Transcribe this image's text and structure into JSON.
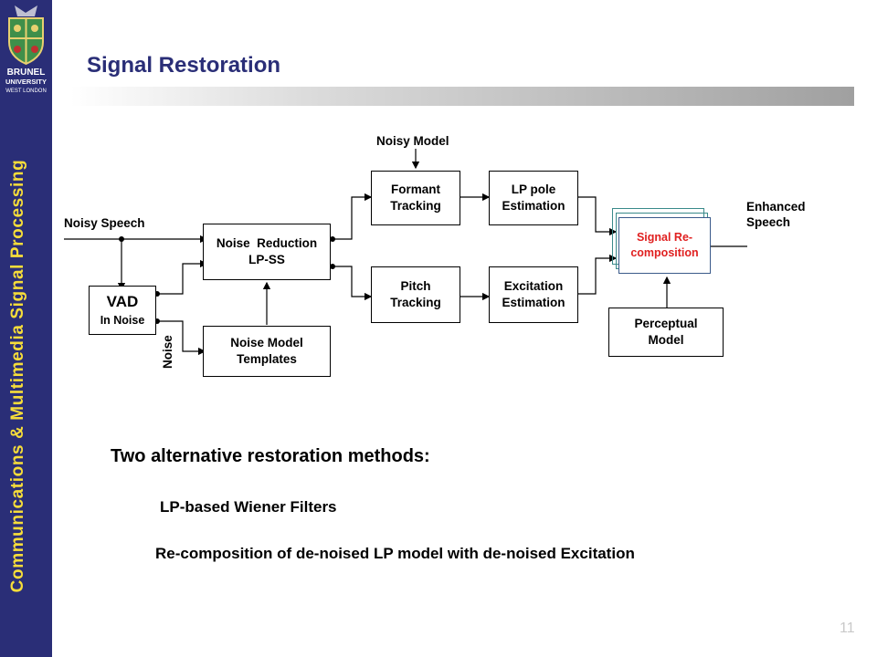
{
  "slide": {
    "title": "Signal Restoration",
    "side_title": "Communications & Multimedia Signal Processing",
    "page_number": "11"
  },
  "logo": {
    "line1": "BRUNEL",
    "line2": "UNIVERSITY",
    "line3": "WEST LONDON"
  },
  "diagram": {
    "noisy_speech": "Noisy Speech",
    "vad": {
      "title": "VAD",
      "sub": "In Noise"
    },
    "noise_label": "Noise",
    "noise_reduction": {
      "line1": "Noise  Reduction",
      "line2": "LP-SS"
    },
    "noise_model": {
      "line1": "Noise Model",
      "line2": "Templates"
    },
    "noisy_model": "Noisy Model",
    "formant": {
      "line1": "Formant",
      "line2": "Tracking"
    },
    "pitch": {
      "line1": "Pitch",
      "line2": "Tracking"
    },
    "lp_pole": {
      "line1": "LP pole",
      "line2": "Estimation"
    },
    "excitation": {
      "line1": "Excitation",
      "line2": "Estimation"
    },
    "signal_recomp": {
      "line1": "Signal Re-",
      "line2": "composition"
    },
    "perceptual": {
      "line1": "Perceptual",
      "line2": "Model"
    },
    "enhanced": {
      "line1": "Enhanced",
      "line2": "Speech"
    }
  },
  "content": {
    "heading": "Two alternative restoration methods:",
    "items": [
      "LP-based Wiener Filters",
      "Re-composition of de-noised LP model with de-noised Excitation"
    ]
  },
  "colors": {
    "sidebar": "#2a2e77",
    "side_title": "#f6dd3a",
    "title": "#2a2e77",
    "recomp_text": "#e02020",
    "recomp_frame": "#3a8a8a"
  }
}
